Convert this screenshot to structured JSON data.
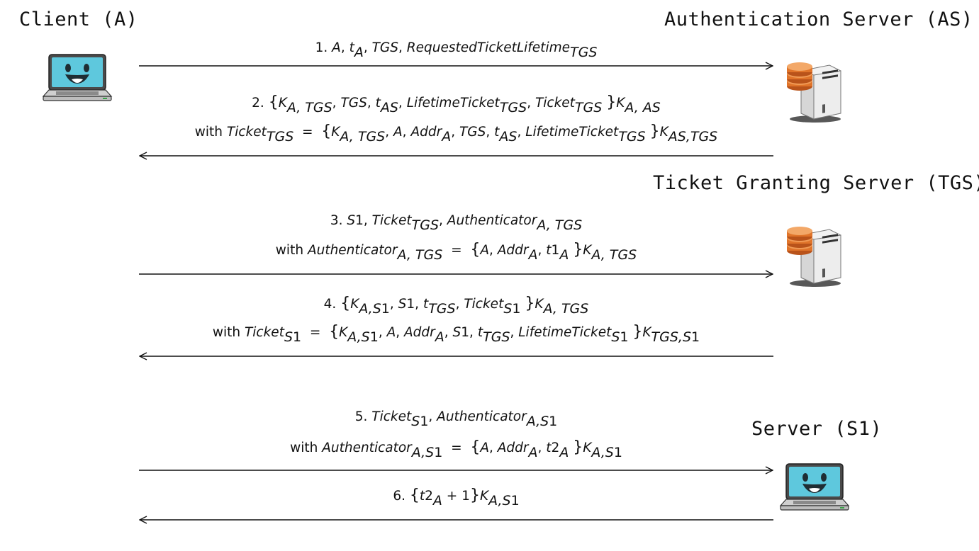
{
  "parties": {
    "client": "Client (A)",
    "as": "Authentication Server (AS)",
    "tgs": "Ticket Granting Server (TGS)",
    "server": "Server (S1)"
  },
  "icons": {
    "client": "laptop-icon",
    "as": "server-database-icon",
    "tgs": "server-database-icon",
    "server": "laptop-icon"
  },
  "colors": {
    "screen": "#5ec8dd",
    "database": "#e0742a",
    "line": "#111111"
  },
  "messages": [
    {
      "id": 1,
      "direction": "right",
      "lines": [
        "1. A, tA, TGS, RequestedTicketLifetimeTGS"
      ]
    },
    {
      "id": 2,
      "direction": "left",
      "lines": [
        "2. {KA,TGS, TGS, tAS, LifetimeTicketTGS, TicketTGS}KA,AS",
        "with TicketTGS = {KA,TGS, A, AddrA, TGS, tAS, LifetimeTicketTGS}KAS,TGS"
      ]
    },
    {
      "id": 3,
      "direction": "right",
      "lines": [
        "3. S1, TicketTGS, AuthenticatorA,TGS",
        "with AuthenticatorA,TGS = {A, AddrA, t1A}KA,TGS"
      ]
    },
    {
      "id": 4,
      "direction": "left",
      "lines": [
        "4. {KA,S1, S1, tTGS, TicketS1}KA,TGS",
        "with TicketS1 = {KA,S1, A, AddrA, S1, tTGS, LifetimeTicketS1}KTGS,S1"
      ]
    },
    {
      "id": 5,
      "direction": "right",
      "lines": [
        "5. TicketS1, AuthenticatorA,S1",
        "with AuthenticatorA,S1 = {A, AddrA, t2A}KA,S1"
      ]
    },
    {
      "id": 6,
      "direction": "left",
      "lines": [
        "6. {t2A + 1}KA,S1"
      ]
    }
  ]
}
